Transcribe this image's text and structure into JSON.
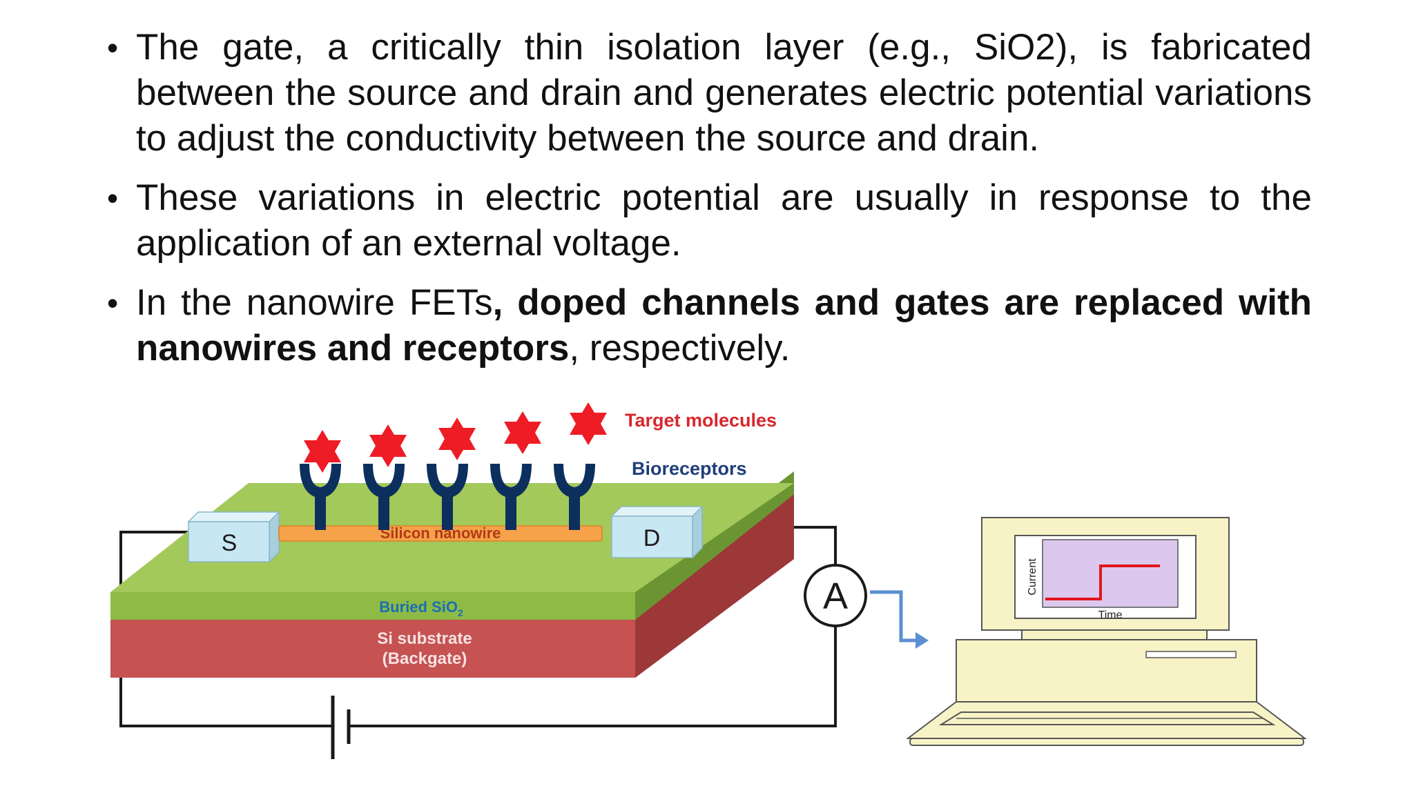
{
  "bullets": [
    {
      "text": "The gate, a critically thin isolation layer (e.g., SiO2), is fabricated between the source and drain and generates electric potential variations to adjust the conductivity between the source and drain."
    },
    {
      "text": "These variations in electric potential are usually in response to the application of an external voltage."
    },
    {
      "pre": "In the nanowire FETs",
      "bold1": ", doped channels and gates are replaced with",
      "bold2": "nanowires and receptors",
      "post": ", respectively."
    }
  ],
  "figure": {
    "target_molecules": "Target molecules",
    "bioreceptors": "Bioreceptors",
    "source": "S",
    "drain": "D",
    "nanowire": "Silicon nanowire",
    "buried_oxide": "Buried SiO",
    "buried_oxide_sub": "2",
    "substrate": "Si substrate",
    "backgate": "(Backgate)",
    "ammeter": "A",
    "current_axis": "Current",
    "time_axis": "Time"
  },
  "colors": {
    "molecule_red": "#ee1c25",
    "receptor_navy": "#0d2f5e",
    "green_layer": "#8dbb45",
    "substrate_red": "#c65252",
    "electrode_blue": "#c7e7f3",
    "nanowire_orange": "#f5a24a",
    "computer_cream": "#f8f3c6",
    "signal_red": "#e4151a"
  }
}
